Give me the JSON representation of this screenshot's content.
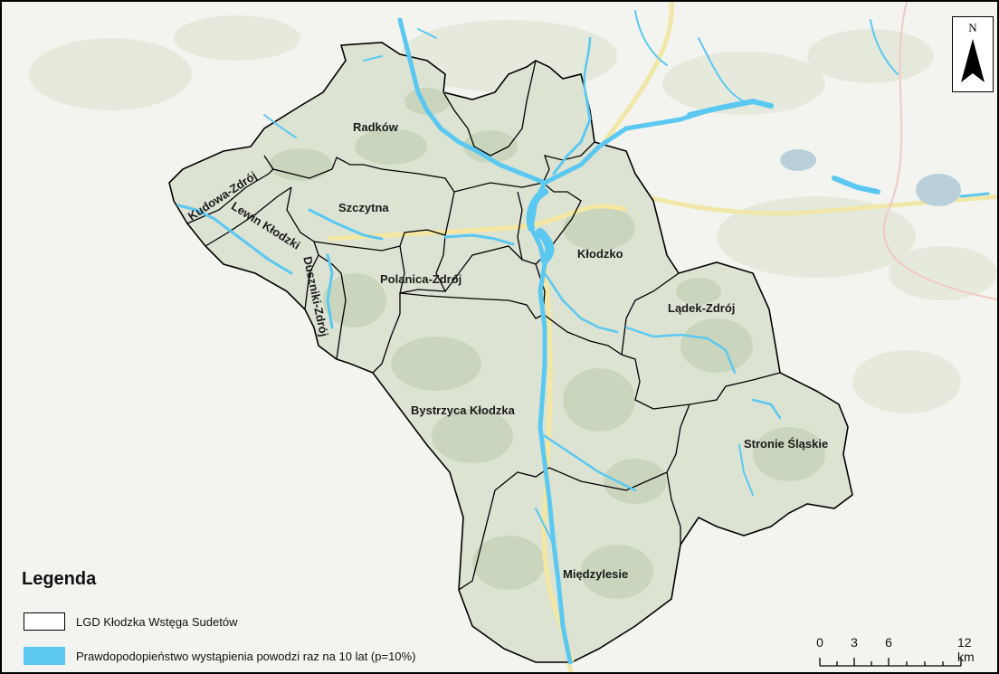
{
  "map": {
    "north_label": "N",
    "municipalities": [
      {
        "name": "Radków"
      },
      {
        "name": "Kudowa-Zdrój"
      },
      {
        "name": "Szczytna"
      },
      {
        "name": "Lewin Kłodzki"
      },
      {
        "name": "Duszniki-Zdrój"
      },
      {
        "name": "Polanica-Zdrój"
      },
      {
        "name": "Kłodzko"
      },
      {
        "name": "Lądek-Zdrój"
      },
      {
        "name": "Bystrzyca Kłodzka"
      },
      {
        "name": "Stronie Śląskie"
      },
      {
        "name": "Międzylesie"
      }
    ]
  },
  "legend": {
    "title": "Legenda",
    "items": [
      {
        "label": "LGD Kłodzka Wstęga Sudetów",
        "fill": "#ffffff",
        "stroke": "#000000"
      },
      {
        "label": "Prawdopodopieństwo wystąpienia powodzi raz na 10 lat (p=10%)",
        "fill": "#5ac8f0",
        "stroke": "#5ac8f0"
      }
    ]
  },
  "scale": {
    "ticks": [
      "0",
      "3",
      "6",
      "12 km"
    ]
  },
  "colors": {
    "region_fill": "#dde3d3",
    "forest_fill": "#c9d6bd",
    "water": "#5ac8f0",
    "road": "#f3e7a2",
    "boundary": "#000000"
  }
}
